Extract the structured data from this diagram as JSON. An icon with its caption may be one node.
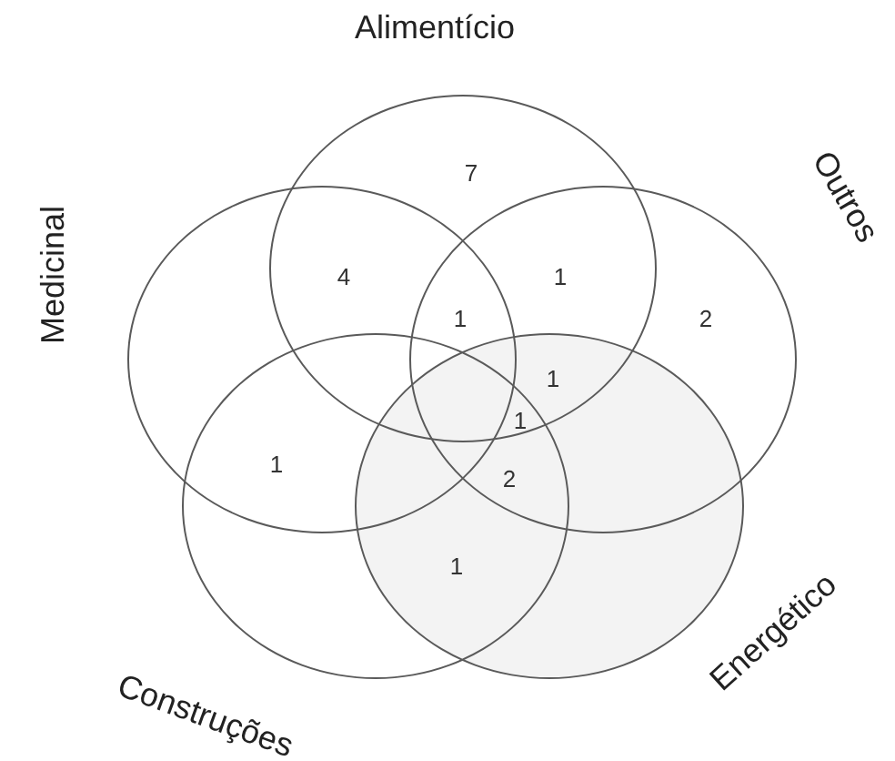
{
  "diagram": {
    "nodes": [
      {
        "text": [
          "Alimentício"
        ]
      },
      {
        "text": [
          "Medicinal"
        ]
      },
      {
        "text": [
          "Outros"
        ]
      },
      {
        "text": [
          "Construções"
        ]
      },
      {
        "text": [
          "Energético"
        ]
      }
    ],
    "labels": [
      "7",
      "4",
      "1",
      "1",
      "2",
      "1",
      "1",
      "2",
      "1",
      "1"
    ]
  }
}
